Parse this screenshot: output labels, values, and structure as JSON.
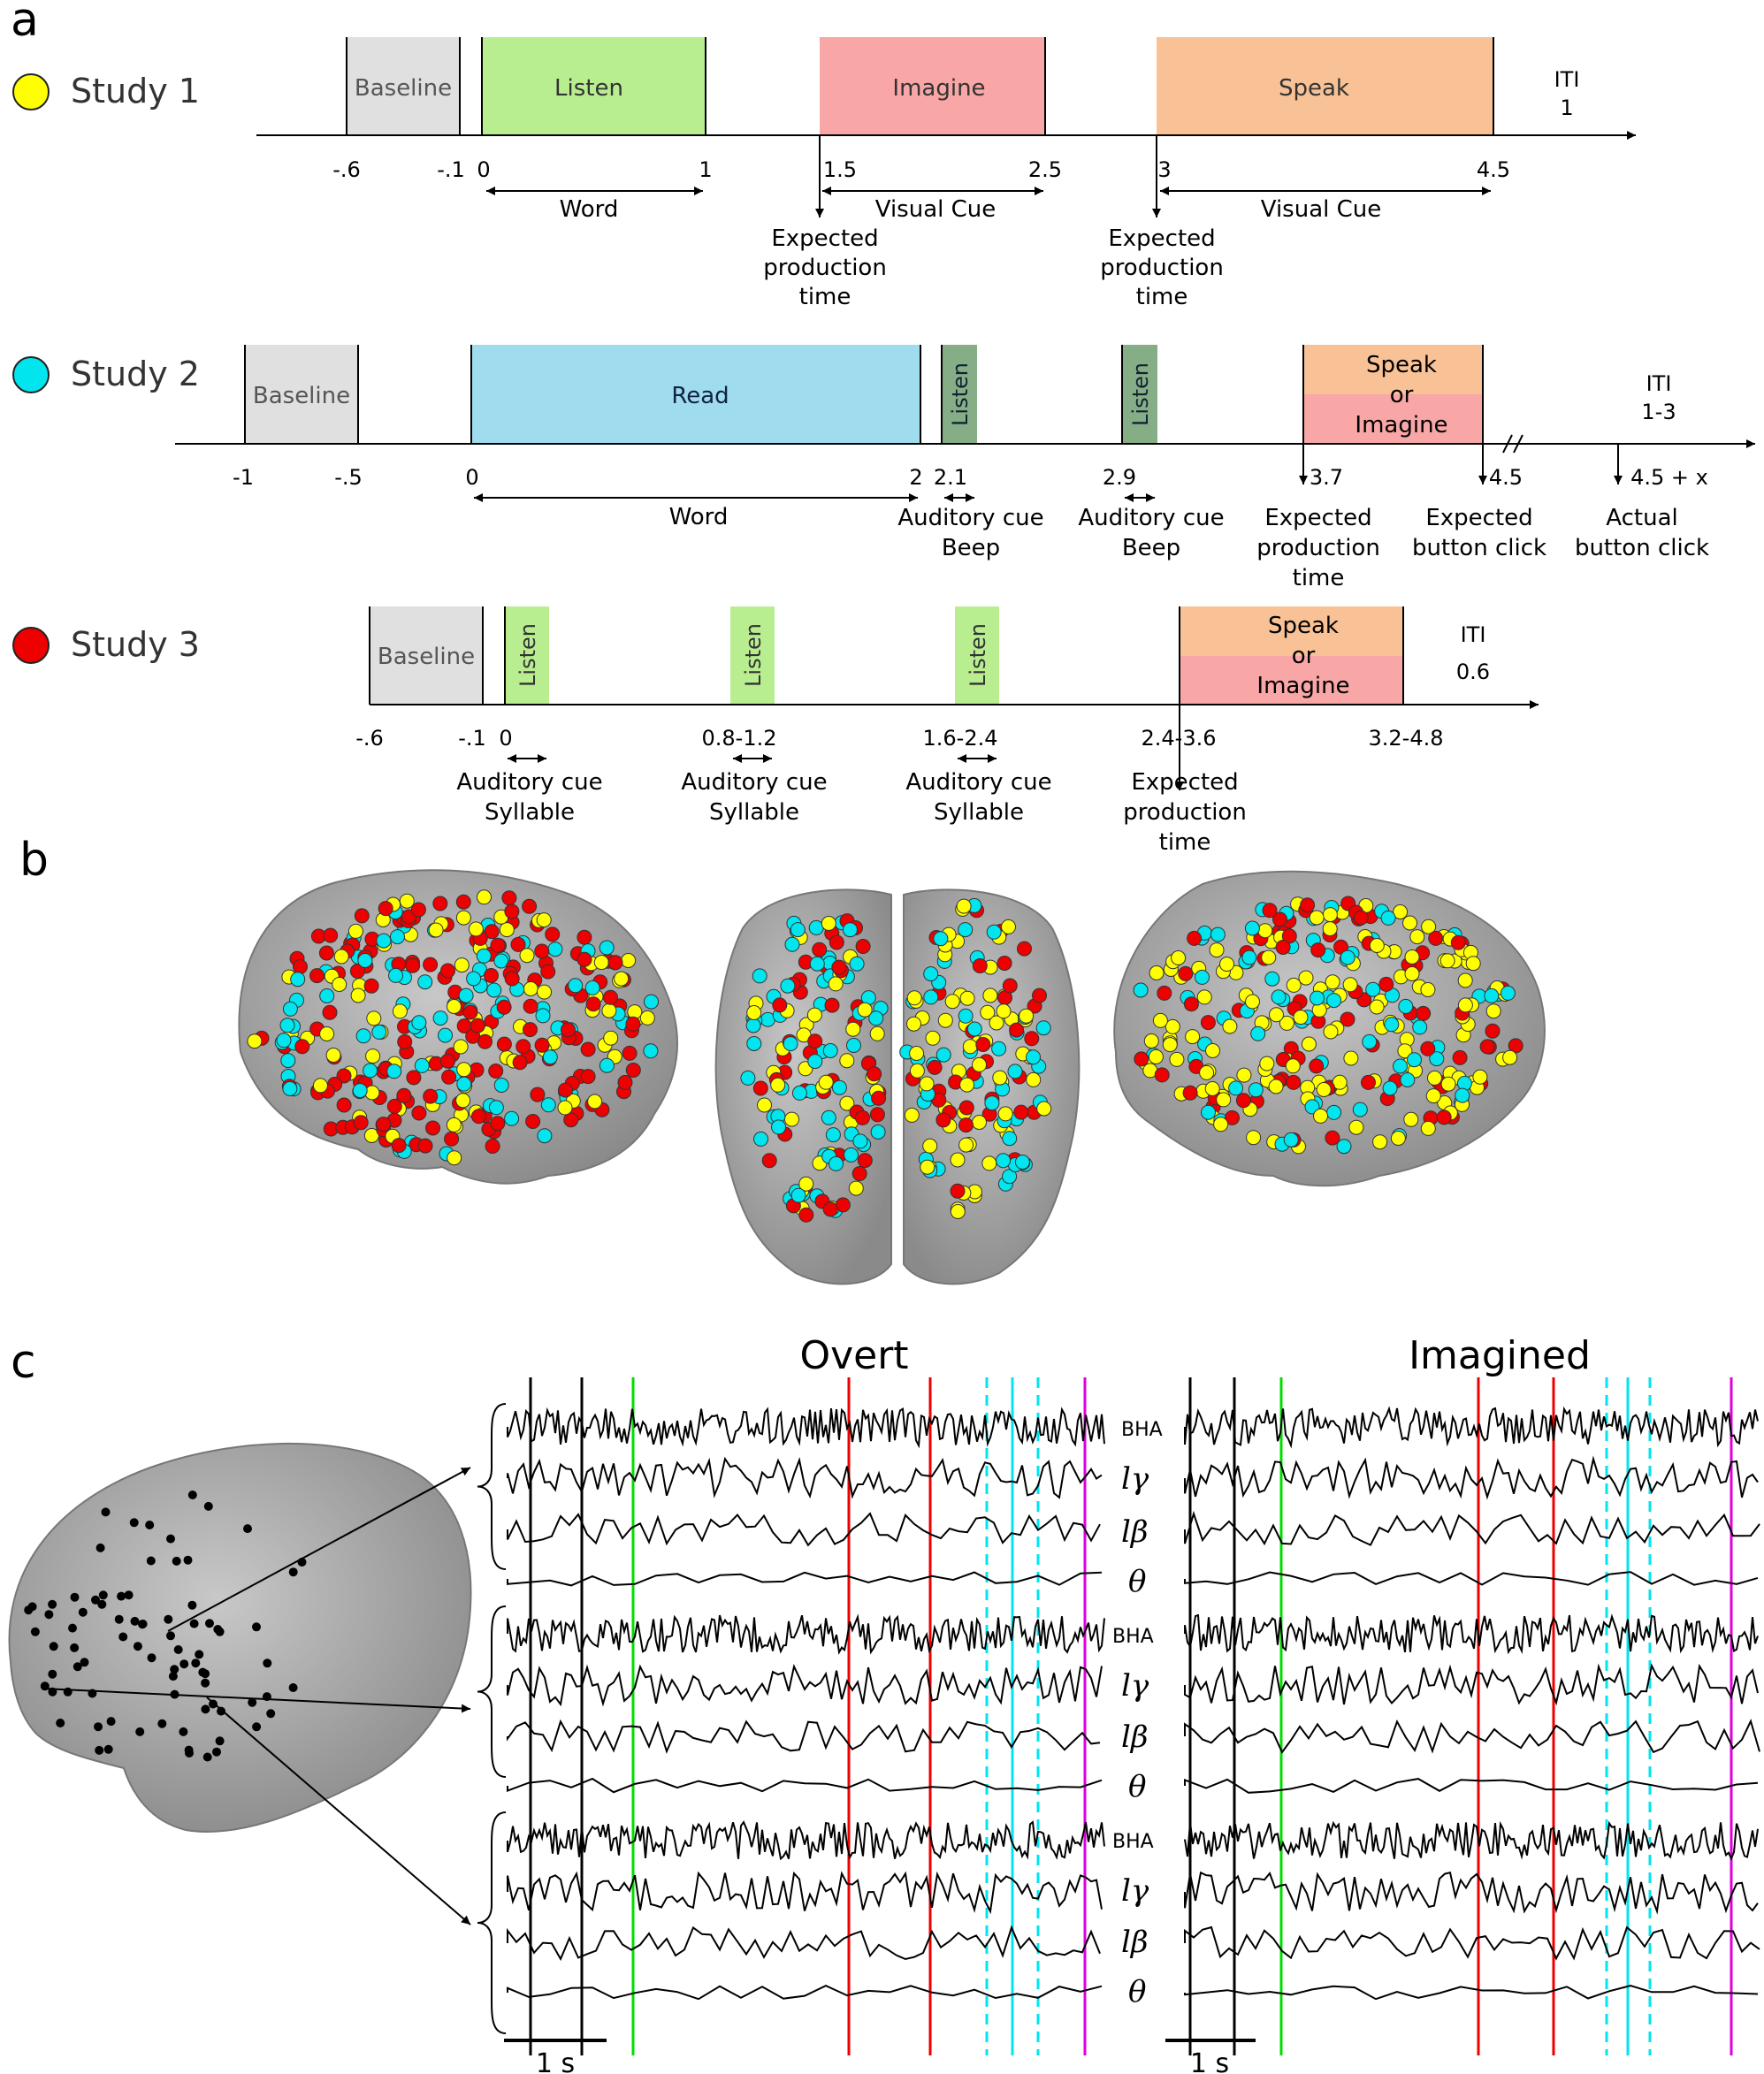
{
  "panel_labels": {
    "a": "a",
    "b": "b",
    "c": "c"
  },
  "colors": {
    "study1": "#ffff00",
    "study2": "#00e5ee",
    "study3": "#ee0000",
    "baseline": "#e0e0e0",
    "listen": "#b9ee90",
    "imagine": "#f8a6a6",
    "speak": "#f8c296",
    "read": "#9edcee",
    "listen_dark": "#86ae86",
    "cyan_line": "#00e5ee",
    "green_line": "#00dd00",
    "red_line": "#ee0000",
    "magenta_line": "#dd00dd"
  },
  "study1": {
    "label": "Study 1",
    "boxes": {
      "baseline": "Baseline",
      "listen": "Listen",
      "imagine": "Imagine",
      "speak": "Speak"
    },
    "iti": [
      "ITI",
      "1"
    ],
    "ticks": [
      "-.6",
      "-.1",
      "0",
      "1",
      "1.5",
      "2.5",
      "3",
      "4.5"
    ],
    "spans": {
      "word": "Word",
      "visual_cue_1": "Visual Cue",
      "visual_cue_2": "Visual Cue"
    },
    "expected_1": [
      "Expected",
      "production",
      "time"
    ],
    "expected_2": [
      "Expected",
      "production",
      "time"
    ]
  },
  "study2": {
    "label": "Study 2",
    "boxes": {
      "baseline": "Baseline",
      "read": "Read",
      "listen_1": "Listen",
      "listen_2": "Listen",
      "speak_or_imagine": [
        "Speak",
        "or",
        "Imagine"
      ]
    },
    "iti": [
      "ITI",
      "1-3"
    ],
    "ticks": [
      "-1",
      "-.5",
      "0",
      "2",
      "2.1",
      "2.9",
      "3.7",
      "4.5",
      "4.5 + x"
    ],
    "spans": {
      "word": "Word"
    },
    "cue_1": [
      "Auditory cue",
      "Beep"
    ],
    "cue_2": [
      "Auditory cue",
      "Beep"
    ],
    "expected_production": [
      "Expected",
      "production",
      "time"
    ],
    "expected_click": [
      "Expected",
      "button click"
    ],
    "actual_click": [
      "Actual",
      "button click"
    ]
  },
  "study3": {
    "label": "Study 3",
    "boxes": {
      "baseline": "Baseline",
      "listen_1": "Listen",
      "listen_2": "Listen",
      "listen_3": "Listen",
      "speak_or_imagine": [
        "Speak",
        "or",
        "Imagine"
      ]
    },
    "iti": [
      "ITI",
      "0.6"
    ],
    "ticks": [
      "-.6",
      "-.1",
      "0",
      "0.8-1.2",
      "1.6-2.4",
      "2.4-3.6",
      "3.2-4.8"
    ],
    "cue_1": [
      "Auditory cue",
      "Syllable"
    ],
    "cue_2": [
      "Auditory cue",
      "Syllable"
    ],
    "cue_3": [
      "Auditory cue",
      "Syllable"
    ],
    "expected_production": [
      "Expected",
      "production",
      "time"
    ]
  },
  "panel_c": {
    "overt_title": "Overt",
    "imagined_title": "Imagined",
    "band_labels": [
      "BHA",
      "lγ",
      "lβ",
      "θ"
    ],
    "scale_bar_overt": "1 s",
    "scale_bar_imagined": "1 s"
  }
}
